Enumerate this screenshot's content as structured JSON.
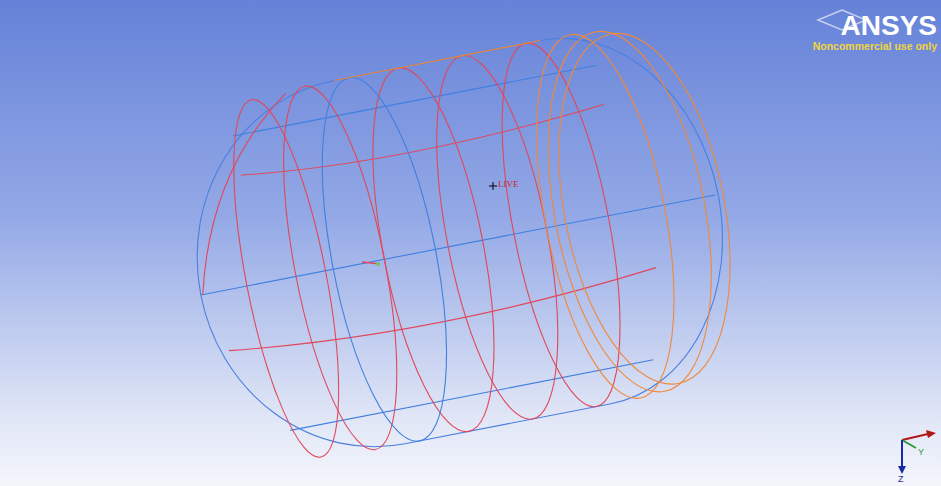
{
  "diagram": {
    "labels": [
      "ANSYS",
      "Noncommercial use only",
      "LIVE",
      "Y",
      "Z"
    ]
  }
}
